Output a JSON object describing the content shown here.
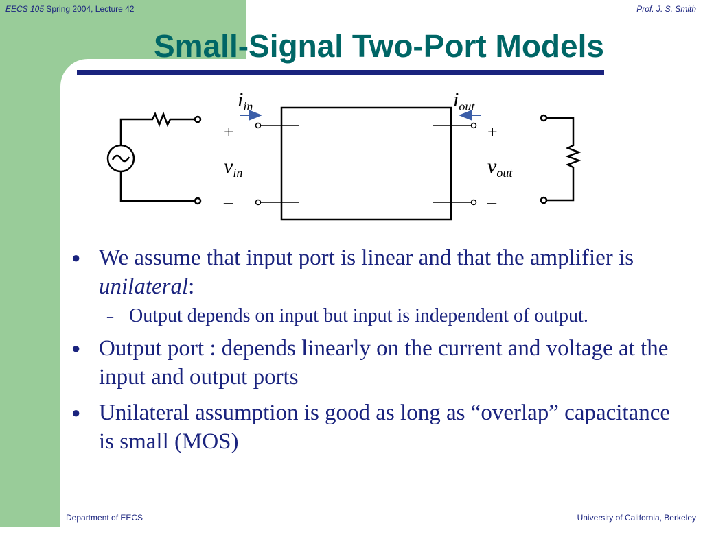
{
  "header": {
    "course": "EECS 105",
    "term": " Spring 2004, Lecture 42",
    "author": "Prof. J. S. Smith"
  },
  "title": "Small-Signal Two-Port Models",
  "circuit": {
    "i_in": {
      "base": "i",
      "sub": "in"
    },
    "i_out": {
      "base": "i",
      "sub": "out"
    },
    "v_in": {
      "base": "v",
      "sub": "in"
    },
    "v_out": {
      "base": "v",
      "sub": "out"
    },
    "plus": "+",
    "minus": "–"
  },
  "bullets": [
    {
      "text_before": "We assume that input port is linear and that the amplifier is ",
      "text_italic": "unilateral",
      "text_after": ":",
      "sub": [
        "Output depends on input but input is independent of output."
      ]
    },
    {
      "text": "Output port :  depends linearly on the current and voltage at the input and output ports"
    },
    {
      "text": "Unilateral assumption is good as long as “overlap” capacitance is small (MOS)"
    }
  ],
  "footer": {
    "left": "Department of EECS",
    "right": "University of California, Berkeley"
  },
  "colors": {
    "title": "#006666",
    "text": "#1a237e",
    "green": "#99cc99",
    "arrow": "#3b5ea8"
  }
}
